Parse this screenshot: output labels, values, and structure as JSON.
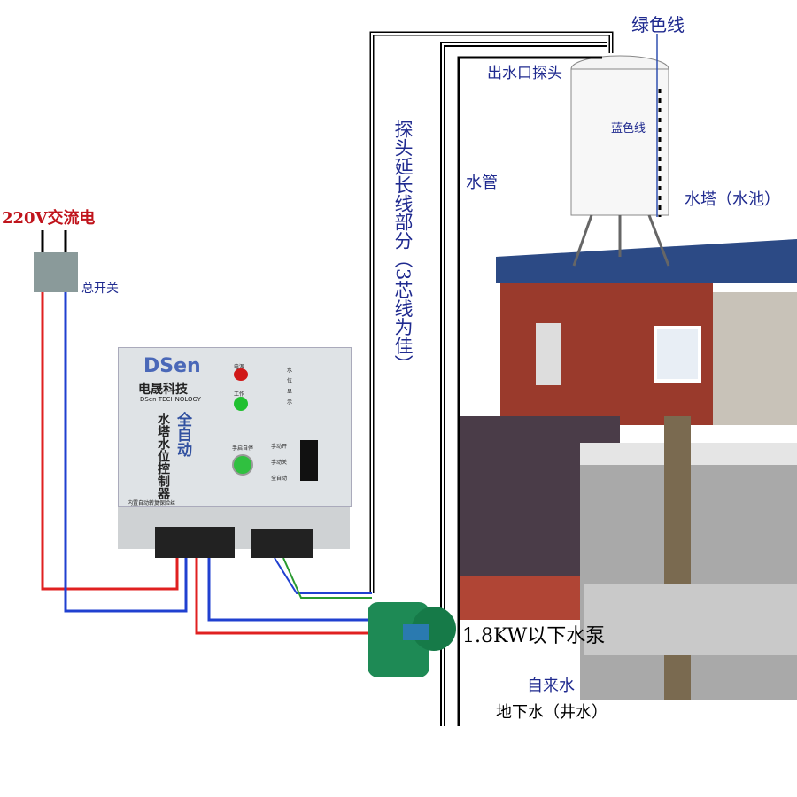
{
  "labels": {
    "power": "220V交流电",
    "main_switch": "总开关",
    "green_wire": "绿色线",
    "outlet_probe": "出水口探头",
    "blue_wire": "蓝色线",
    "pipe": "水管",
    "tower": "水塔（水池）",
    "probe_extension": "探头延长线部分（3芯线为佳）",
    "pump": "1.8KW以下水泵",
    "tap_water": "自来水",
    "ground_water": "地下水（井水）"
  },
  "controller": {
    "brand": "DSen",
    "brand_cn": "电晟科技",
    "brand_en": "DSen TECHNOLOGY",
    "title": "水塔水位控制器",
    "mode": "全自动",
    "power_light": "电源",
    "work_light": "工作",
    "level_display": [
      "水",
      "位",
      "显",
      "示"
    ],
    "button_label": "手启自停",
    "switch_options": [
      "手动开",
      "手动关",
      "全自动"
    ],
    "bottom_text": "内置自动转复保险丝"
  },
  "colors": {
    "label": "#1f2a8f",
    "power_label": "#c0141c",
    "live": "#e02020",
    "neutral": "#2040d0"
  }
}
